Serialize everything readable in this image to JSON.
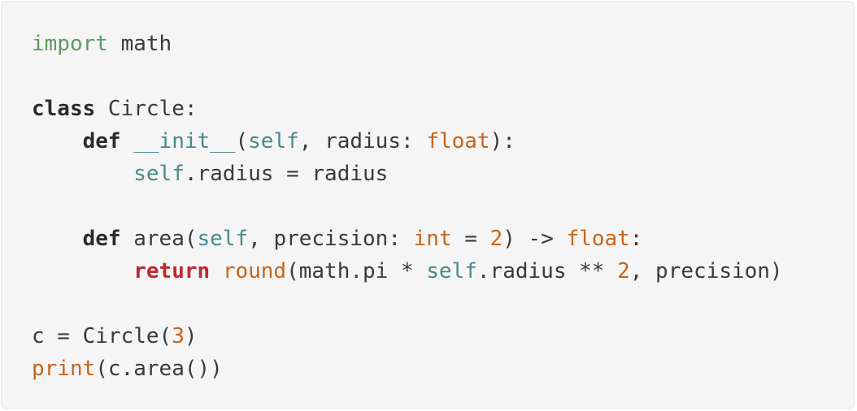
{
  "code_block": {
    "language": "python",
    "colors": {
      "background": "#f5f5f5",
      "border": "#e6e6e6",
      "text": "#3a3a3a",
      "keyword_import": "#5f9a62",
      "keyword": "#2b2b2b",
      "return_keyword": "#c0282d",
      "self_and_dunder": "#4a8a8a",
      "builtin_and_number": "#c8641b"
    },
    "lines": [
      {
        "tokens": [
          {
            "text": "import",
            "kind": "kw-green"
          },
          {
            "text": " math",
            "kind": "plain"
          }
        ]
      },
      {
        "tokens": []
      },
      {
        "tokens": [
          {
            "text": "class",
            "kind": "kw-bold"
          },
          {
            "text": " Circle:",
            "kind": "plain"
          }
        ]
      },
      {
        "tokens": [
          {
            "text": "    ",
            "kind": "plain"
          },
          {
            "text": "def",
            "kind": "kw-bold"
          },
          {
            "text": " ",
            "kind": "plain"
          },
          {
            "text": "__init__",
            "kind": "teal"
          },
          {
            "text": "(",
            "kind": "plain"
          },
          {
            "text": "self",
            "kind": "teal"
          },
          {
            "text": ", radius: ",
            "kind": "plain"
          },
          {
            "text": "float",
            "kind": "orange"
          },
          {
            "text": "):",
            "kind": "plain"
          }
        ]
      },
      {
        "tokens": [
          {
            "text": "        ",
            "kind": "plain"
          },
          {
            "text": "self",
            "kind": "teal"
          },
          {
            "text": ".radius = radius",
            "kind": "plain"
          }
        ]
      },
      {
        "tokens": []
      },
      {
        "tokens": [
          {
            "text": "    ",
            "kind": "plain"
          },
          {
            "text": "def",
            "kind": "kw-bold"
          },
          {
            "text": " area(",
            "kind": "plain"
          },
          {
            "text": "self",
            "kind": "teal"
          },
          {
            "text": ", precision: ",
            "kind": "plain"
          },
          {
            "text": "int",
            "kind": "orange"
          },
          {
            "text": " = ",
            "kind": "plain"
          },
          {
            "text": "2",
            "kind": "orange"
          },
          {
            "text": ") -> ",
            "kind": "plain"
          },
          {
            "text": "float",
            "kind": "orange"
          },
          {
            "text": ":",
            "kind": "plain"
          }
        ]
      },
      {
        "tokens": [
          {
            "text": "        ",
            "kind": "plain"
          },
          {
            "text": "return",
            "kind": "ret"
          },
          {
            "text": " ",
            "kind": "plain"
          },
          {
            "text": "round",
            "kind": "orange"
          },
          {
            "text": "(math.pi * ",
            "kind": "plain"
          },
          {
            "text": "self",
            "kind": "teal"
          },
          {
            "text": ".radius ** ",
            "kind": "plain"
          },
          {
            "text": "2",
            "kind": "orange"
          },
          {
            "text": ", precision)",
            "kind": "plain"
          }
        ]
      },
      {
        "tokens": []
      },
      {
        "tokens": [
          {
            "text": "c = Circle(",
            "kind": "plain"
          },
          {
            "text": "3",
            "kind": "orange"
          },
          {
            "text": ")",
            "kind": "plain"
          }
        ]
      },
      {
        "tokens": [
          {
            "text": "print",
            "kind": "orange"
          },
          {
            "text": "(c.area())",
            "kind": "plain"
          }
        ]
      }
    ]
  }
}
